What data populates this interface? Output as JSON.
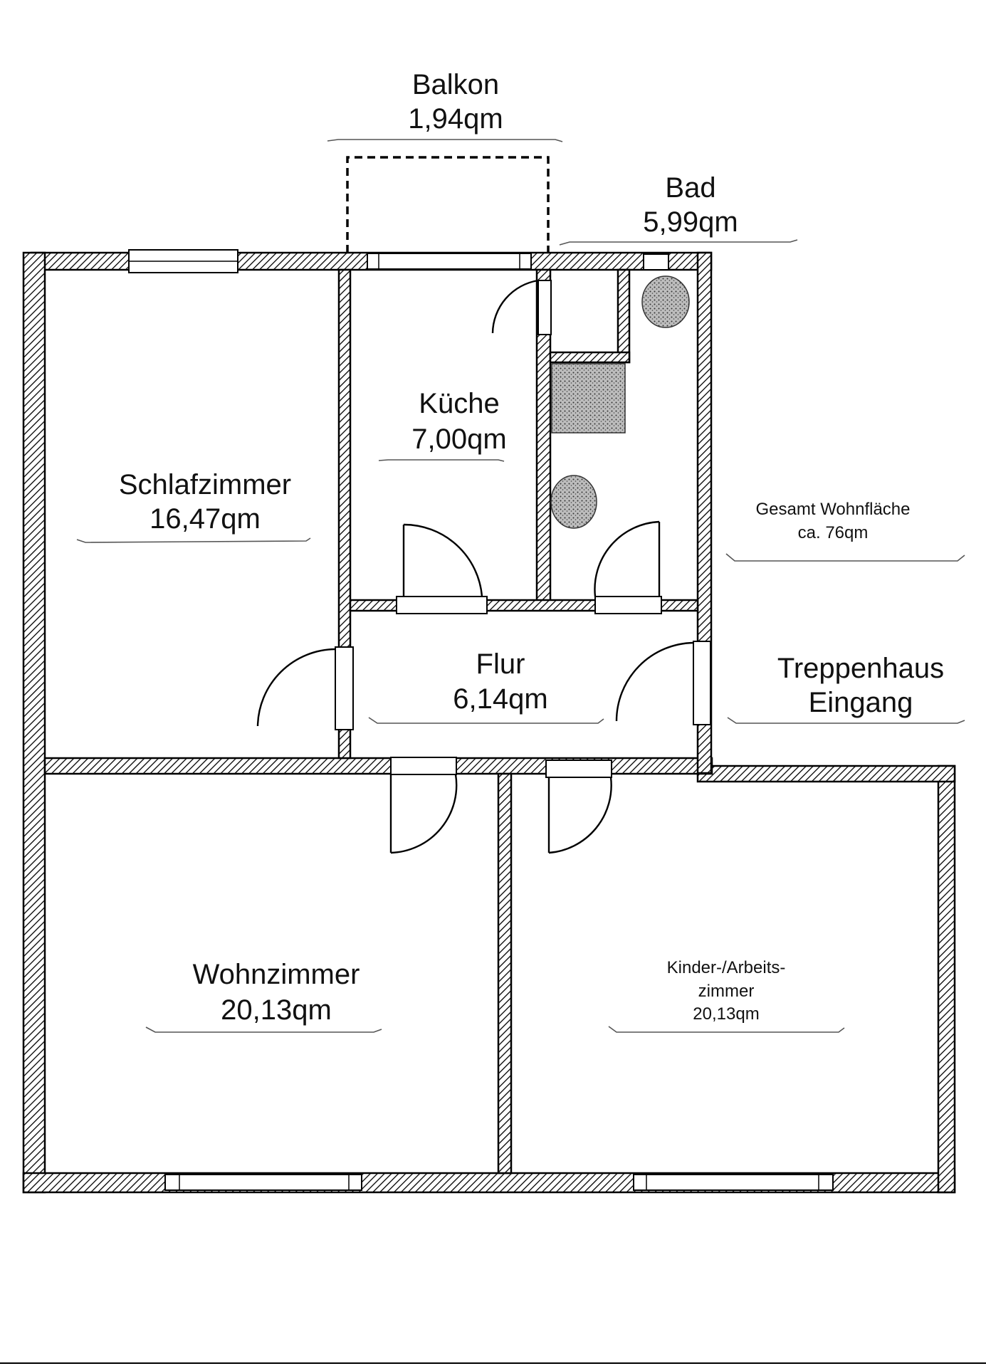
{
  "rooms": {
    "balkon": {
      "name": "Balkon",
      "area": "1,94qm"
    },
    "bad": {
      "name": "Bad",
      "area": "5,99qm"
    },
    "kueche": {
      "name": "Küche",
      "area": "7,00qm"
    },
    "schlafzimmer": {
      "name": "Schlafzimmer",
      "area": "16,47qm"
    },
    "flur": {
      "name": "Flur",
      "area": "6,14qm"
    },
    "wohnzimmer": {
      "name": "Wohnzimmer",
      "area": "20,13qm"
    },
    "kinder": {
      "name_line1": "Kinder-/Arbeits-",
      "name_line2": "zimmer",
      "area": "20,13qm"
    }
  },
  "gesamt": {
    "line1": "Gesamt Wohnfläche",
    "line2": "ca. 76qm"
  },
  "treppenhaus": {
    "line1": "Treppenhaus",
    "line2": "Eingang"
  },
  "colors": {
    "wall_stroke": "#000000",
    "hatch": "#000000",
    "background": "#ffffff"
  }
}
